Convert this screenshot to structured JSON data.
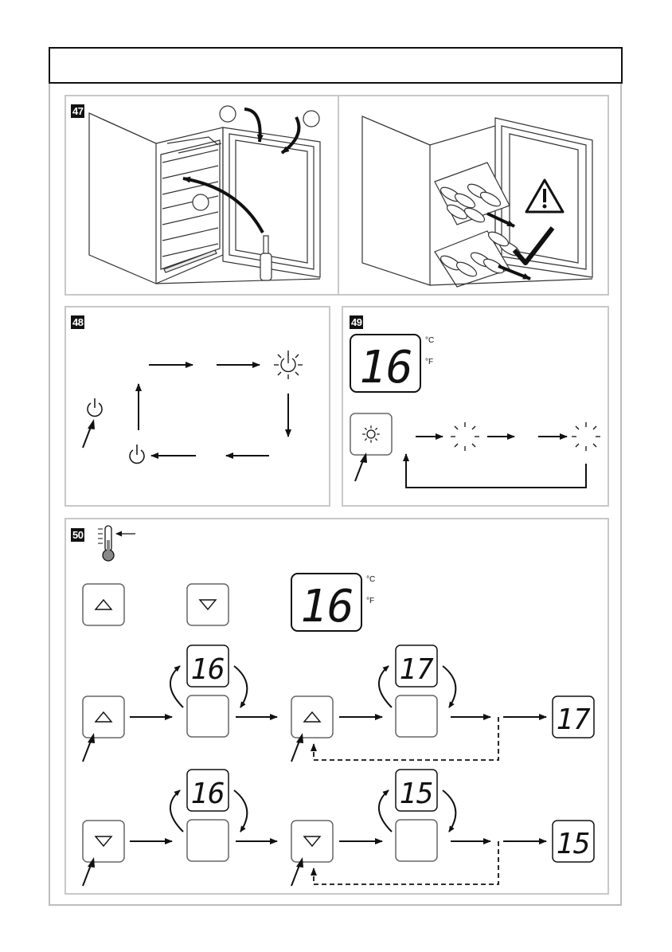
{
  "figures": {
    "fig47": {
      "number": "47"
    },
    "fig48": {
      "number": "48"
    },
    "fig49": {
      "number": "49",
      "display_value": "16",
      "unit_c": "°C",
      "unit_f": "°F"
    },
    "fig50": {
      "number": "50",
      "display_value": "16",
      "unit_c": "°C",
      "unit_f": "°F",
      "row_up": {
        "start": "16",
        "next": "17",
        "result": "17"
      },
      "row_down": {
        "start": "16",
        "next": "15",
        "result": "15"
      }
    }
  },
  "icons": [
    "power-icon",
    "light-icon",
    "thermometer-icon",
    "up-arrow-icon",
    "down-arrow-icon",
    "warning-icon",
    "checkmark-icon",
    "hand-pointer-icon"
  ],
  "colors": {
    "line": "#111111",
    "panel_border": "#c8c8c8",
    "frame_border": "#bdbdbd"
  }
}
